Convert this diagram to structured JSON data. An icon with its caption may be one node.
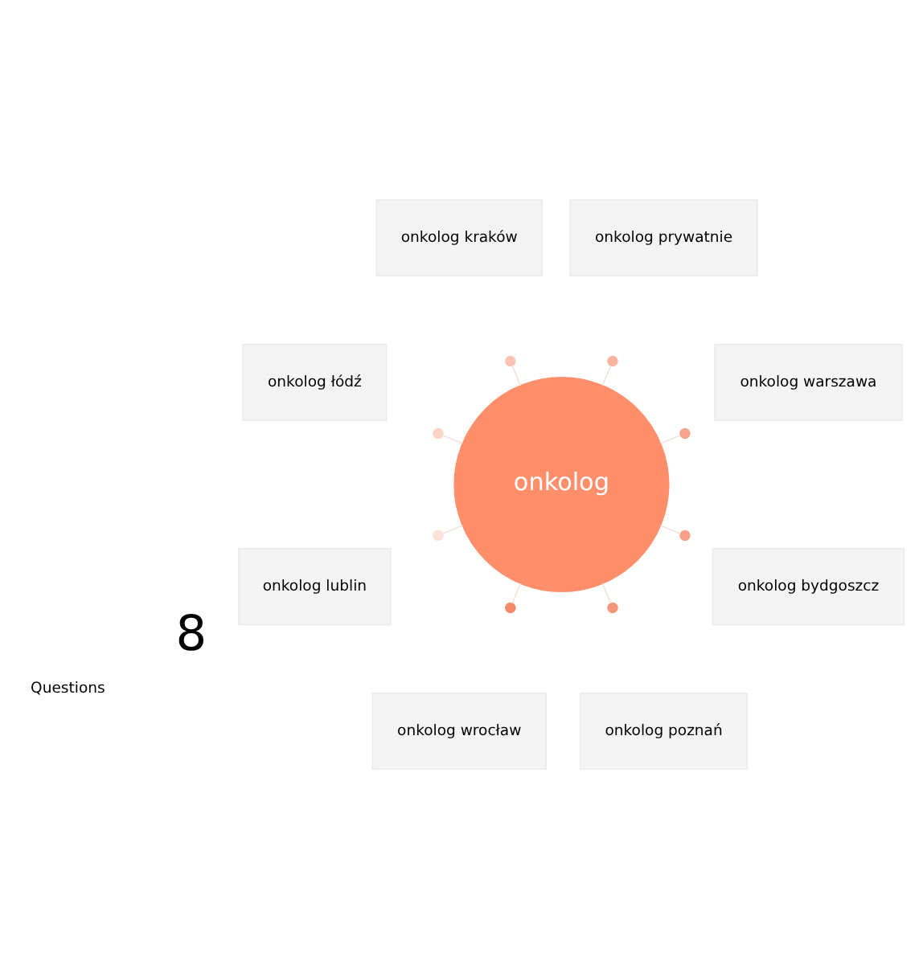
{
  "diagram": {
    "nodes": [
      {
        "text": [
          "onkolog"
        ]
      },
      {
        "text": [
          "onkolog warszawa"
        ]
      },
      {
        "text": [
          "onkolog prywatnie"
        ]
      },
      {
        "text": [
          "onkolog kraków"
        ]
      },
      {
        "text": [
          "onkolog łódź"
        ]
      },
      {
        "text": [
          "onkolog lublin"
        ]
      },
      {
        "text": [
          "onkolog wrocław"
        ]
      },
      {
        "text": [
          "onkolog poznań"
        ]
      },
      {
        "text": [
          "onkolog bydgoszcz"
        ]
      },
      {
        "text": [],
        "shape": "circle"
      },
      {
        "text": [],
        "shape": "circle"
      },
      {
        "text": [],
        "shape": "circle"
      },
      {
        "text": [],
        "shape": "circle"
      },
      {
        "text": [],
        "shape": "circle"
      },
      {
        "text": [],
        "shape": "circle"
      },
      {
        "text": [],
        "shape": "circle"
      },
      {
        "text": [],
        "shape": "circle"
      }
    ],
    "edges": [
      {
        "from": 0,
        "to": 9,
        "arrow": "none"
      },
      {
        "from": 0,
        "to": 10,
        "arrow": "none"
      },
      {
        "from": 0,
        "to": 11,
        "arrow": "none"
      },
      {
        "from": 0,
        "to": 12,
        "arrow": "none"
      },
      {
        "from": 0,
        "to": 13,
        "arrow": "none"
      },
      {
        "from": 0,
        "to": 14,
        "arrow": "none"
      },
      {
        "from": 0,
        "to": 15,
        "arrow": "none"
      },
      {
        "from": 0,
        "to": 16,
        "arrow": "none"
      }
    ],
    "labels": [
      "8",
      "Questions"
    ]
  }
}
